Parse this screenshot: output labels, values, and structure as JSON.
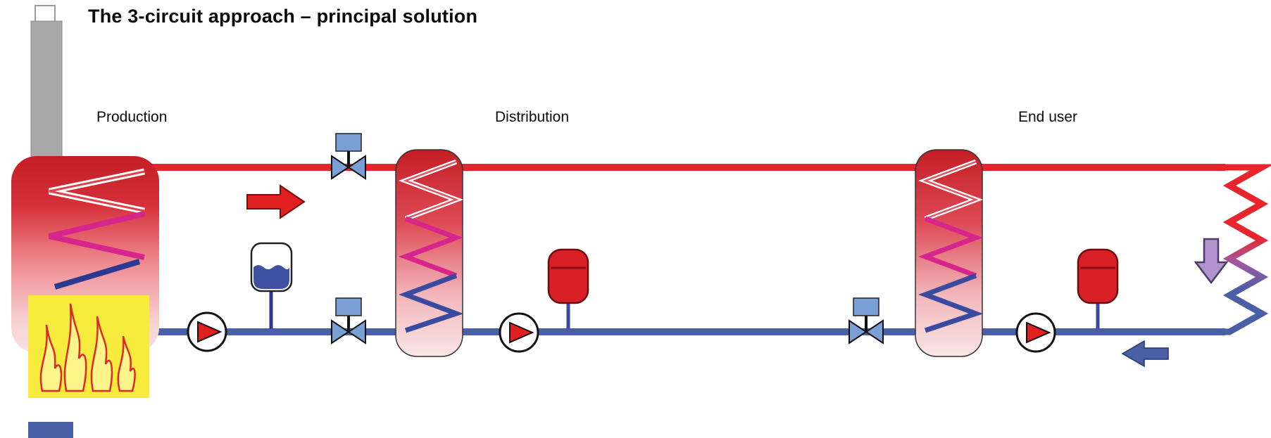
{
  "diagram": {
    "title": "The 3-circuit approach – principal solution",
    "sections": {
      "production": {
        "label": "Production"
      },
      "distribution": {
        "label": "Distribution"
      },
      "end_user": {
        "label": "End user"
      }
    },
    "colors": {
      "supply_pipe_red": "#e8242c",
      "return_pipe_blue": "#4a5fa5",
      "coil_magenta": "#d6268c",
      "coil_navy": "#2b3990",
      "valve_blue": "#7a9fd4",
      "vessel_red": "#d92027",
      "flame_yellow": "#f7ec3e",
      "flame_red": "#e02828",
      "chimney_gray": "#a8a8a8",
      "arrow_red": "#e02020",
      "arrow_purple": "#b193ce",
      "arrow_blue": "#4a5fa5"
    },
    "icons": {
      "boiler": "boiler-with-flame",
      "chimney": "chimney",
      "flames": "burner-flames",
      "heat_exchanger": "heat-exchanger-coil",
      "pump": "circulation-pump",
      "valve": "shut-off-valve",
      "expansion_vessel": "expansion-vessel",
      "open_tank": "open-expansion-tank",
      "radiator": "end-user-radiator",
      "arrow_right": "flow-direction-right",
      "arrow_down": "flow-direction-down",
      "arrow_left": "flow-direction-left"
    }
  }
}
